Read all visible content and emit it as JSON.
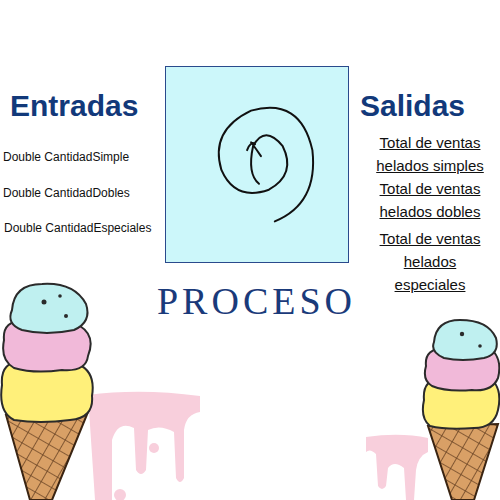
{
  "diagram": {
    "nodes": [
      {
        "text": [
          "PROCESO"
        ]
      }
    ],
    "labels": [
      "Entradas",
      "Double CantidadSimple",
      "Double CantidadDobles",
      "Double CantidadEspeciales",
      "Salidas",
      "Total de ventas helados simples",
      "Total de ventas helados dobles",
      "Total de ventas helados especiales"
    ]
  }
}
